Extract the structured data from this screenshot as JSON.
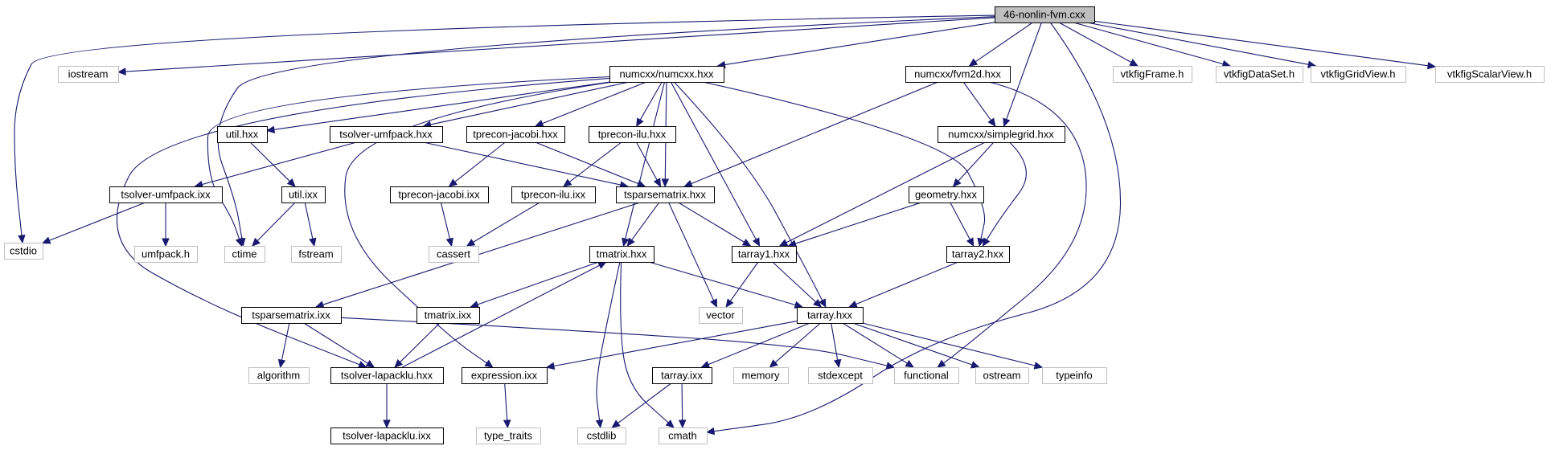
{
  "diagram": {
    "root": "n0",
    "colors": {
      "edge": "#191970",
      "internal_border": "#000000",
      "external_border": "#bfbfbf",
      "root_fill": "#bfbfbf"
    },
    "nodes": [
      {
        "id": "n0",
        "label": "46-nonlin-fvm.cxx",
        "kind": "root"
      },
      {
        "id": "n1",
        "label": "cstdio",
        "kind": "external"
      },
      {
        "id": "n2",
        "label": "iostream",
        "kind": "external"
      },
      {
        "id": "n3",
        "label": "numcxx/numcxx.hxx",
        "kind": "internal"
      },
      {
        "id": "n4",
        "label": "numcxx/fvm2d.hxx",
        "kind": "internal"
      },
      {
        "id": "n5",
        "label": "vtkfigFrame.h",
        "kind": "external"
      },
      {
        "id": "n6",
        "label": "vtkfigDataSet.h",
        "kind": "external"
      },
      {
        "id": "n7",
        "label": "vtkfigGridView.h",
        "kind": "external"
      },
      {
        "id": "n8",
        "label": "vtkfigScalarView.h",
        "kind": "external"
      },
      {
        "id": "n9",
        "label": "util.hxx",
        "kind": "internal"
      },
      {
        "id": "n10",
        "label": "tsolver-umfpack.hxx",
        "kind": "internal"
      },
      {
        "id": "n11",
        "label": "tprecon-jacobi.hxx",
        "kind": "internal"
      },
      {
        "id": "n12",
        "label": "tprecon-ilu.hxx",
        "kind": "internal"
      },
      {
        "id": "n13",
        "label": "numcxx/simplegrid.hxx",
        "kind": "internal"
      },
      {
        "id": "n14",
        "label": "tsolver-umfpack.ixx",
        "kind": "internal"
      },
      {
        "id": "n15",
        "label": "util.ixx",
        "kind": "internal"
      },
      {
        "id": "n16",
        "label": "tprecon-jacobi.ixx",
        "kind": "internal"
      },
      {
        "id": "n17",
        "label": "tprecon-ilu.ixx",
        "kind": "internal"
      },
      {
        "id": "n18",
        "label": "tsparsematrix.hxx",
        "kind": "internal"
      },
      {
        "id": "n19",
        "label": "geometry.hxx",
        "kind": "internal"
      },
      {
        "id": "n20",
        "label": "umfpack.h",
        "kind": "external"
      },
      {
        "id": "n21",
        "label": "ctime",
        "kind": "external"
      },
      {
        "id": "n22",
        "label": "fstream",
        "kind": "external"
      },
      {
        "id": "n23",
        "label": "cassert",
        "kind": "external"
      },
      {
        "id": "n24",
        "label": "tmatrix.hxx",
        "kind": "internal"
      },
      {
        "id": "n25",
        "label": "tarray1.hxx",
        "kind": "internal"
      },
      {
        "id": "n26",
        "label": "tarray2.hxx",
        "kind": "internal"
      },
      {
        "id": "n27",
        "label": "tsparsematrix.ixx",
        "kind": "internal"
      },
      {
        "id": "n28",
        "label": "tmatrix.ixx",
        "kind": "internal"
      },
      {
        "id": "n29",
        "label": "vector",
        "kind": "external"
      },
      {
        "id": "n30",
        "label": "tarray.hxx",
        "kind": "internal"
      },
      {
        "id": "n31",
        "label": "algorithm",
        "kind": "external"
      },
      {
        "id": "n32",
        "label": "tsolver-lapacklu.hxx",
        "kind": "internal"
      },
      {
        "id": "n33",
        "label": "expression.ixx",
        "kind": "internal"
      },
      {
        "id": "n34",
        "label": "tarray.ixx",
        "kind": "internal"
      },
      {
        "id": "n35",
        "label": "memory",
        "kind": "external"
      },
      {
        "id": "n36",
        "label": "stdexcept",
        "kind": "external"
      },
      {
        "id": "n37",
        "label": "functional",
        "kind": "external"
      },
      {
        "id": "n38",
        "label": "ostream",
        "kind": "external"
      },
      {
        "id": "n39",
        "label": "typeinfo",
        "kind": "external"
      },
      {
        "id": "n40",
        "label": "tsolver-lapacklu.ixx",
        "kind": "internal"
      },
      {
        "id": "n41",
        "label": "type_traits",
        "kind": "external"
      },
      {
        "id": "n42",
        "label": "cstdlib",
        "kind": "external"
      },
      {
        "id": "n43",
        "label": "cmath",
        "kind": "external"
      }
    ],
    "edges": [
      [
        "n0",
        "n1"
      ],
      [
        "n0",
        "n2"
      ],
      [
        "n0",
        "n3"
      ],
      [
        "n0",
        "n21"
      ],
      [
        "n0",
        "n4"
      ],
      [
        "n0",
        "n13"
      ],
      [
        "n0",
        "n43"
      ],
      [
        "n0",
        "n5"
      ],
      [
        "n0",
        "n6"
      ],
      [
        "n0",
        "n7"
      ],
      [
        "n0",
        "n8"
      ],
      [
        "n3",
        "n9"
      ],
      [
        "n3",
        "n10"
      ],
      [
        "n3",
        "n11"
      ],
      [
        "n3",
        "n12"
      ],
      [
        "n3",
        "n18"
      ],
      [
        "n3",
        "n24"
      ],
      [
        "n3",
        "n25"
      ],
      [
        "n3",
        "n26"
      ],
      [
        "n3",
        "n30"
      ],
      [
        "n3",
        "n32"
      ],
      [
        "n3",
        "n33"
      ],
      [
        "n3",
        "n21"
      ],
      [
        "n4",
        "n13"
      ],
      [
        "n4",
        "n18"
      ],
      [
        "n4",
        "n37"
      ],
      [
        "n9",
        "n15"
      ],
      [
        "n15",
        "n21"
      ],
      [
        "n15",
        "n22"
      ],
      [
        "n10",
        "n14"
      ],
      [
        "n10",
        "n18"
      ],
      [
        "n14",
        "n1"
      ],
      [
        "n14",
        "n20"
      ],
      [
        "n11",
        "n16"
      ],
      [
        "n11",
        "n18"
      ],
      [
        "n16",
        "n23"
      ],
      [
        "n12",
        "n17"
      ],
      [
        "n12",
        "n18"
      ],
      [
        "n17",
        "n23"
      ],
      [
        "n13",
        "n19"
      ],
      [
        "n13",
        "n25"
      ],
      [
        "n13",
        "n26"
      ],
      [
        "n19",
        "n25"
      ],
      [
        "n19",
        "n26"
      ],
      [
        "n18",
        "n24"
      ],
      [
        "n18",
        "n25"
      ],
      [
        "n18",
        "n27"
      ],
      [
        "n18",
        "n29"
      ],
      [
        "n24",
        "n28"
      ],
      [
        "n24",
        "n30"
      ],
      [
        "n24",
        "n42"
      ],
      [
        "n24",
        "n43"
      ],
      [
        "n25",
        "n29"
      ],
      [
        "n25",
        "n30"
      ],
      [
        "n26",
        "n30"
      ],
      [
        "n27",
        "n31"
      ],
      [
        "n27",
        "n32"
      ],
      [
        "n27",
        "n37"
      ],
      [
        "n28",
        "n32"
      ],
      [
        "n32",
        "n24"
      ],
      [
        "n32",
        "n40"
      ],
      [
        "n30",
        "n33"
      ],
      [
        "n30",
        "n34"
      ],
      [
        "n30",
        "n35"
      ],
      [
        "n30",
        "n36"
      ],
      [
        "n30",
        "n37"
      ],
      [
        "n30",
        "n38"
      ],
      [
        "n30",
        "n39"
      ],
      [
        "n33",
        "n41"
      ],
      [
        "n34",
        "n42"
      ],
      [
        "n34",
        "n43"
      ]
    ]
  }
}
